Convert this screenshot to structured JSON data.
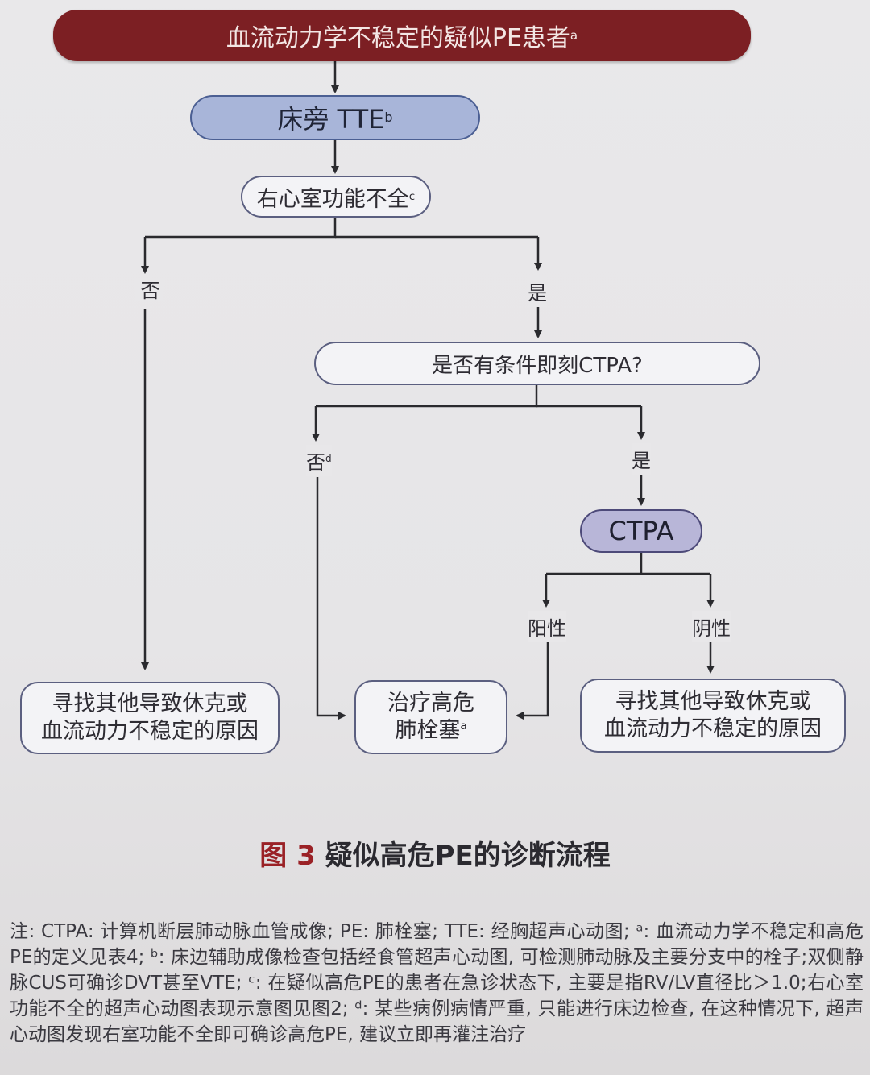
{
  "nodes": {
    "top": {
      "text": "血流动力学不稳定的疑似PE患者",
      "sup": "a"
    },
    "tte": {
      "text": "床旁 TTE",
      "sup": "b"
    },
    "rv": {
      "text": "右心室功能不全",
      "sup": "c"
    },
    "ctpa_question": {
      "text": "是否有条件即刻CTPA?"
    },
    "ctpa": {
      "text": "CTPA"
    },
    "left_outcome": {
      "line1": "寻找其他导致休克或",
      "line2": "血流动力不稳定的原因"
    },
    "mid_outcome": {
      "line1": "治疗高危",
      "line2": "肺栓塞",
      "sup": "a"
    },
    "right_outcome": {
      "line1": "寻找其他导致休克或",
      "line2": "血流动力不稳定的原因"
    }
  },
  "edge_labels": {
    "rv_no": "否",
    "rv_yes": "是",
    "ctpa_no": "否",
    "ctpa_no_sup": "d",
    "ctpa_yes": "是",
    "positive": "阳性",
    "negative": "阴性"
  },
  "caption": {
    "figure_label": "图 3",
    "title": "疑似高危PE的诊断流程"
  },
  "note": {
    "text": "注: CTPA: 计算机断层肺动脉血管成像; PE: 肺栓塞; TTE: 经胸超声心动图; ᵃ: 血流动力学不稳定和高危PE的定义见表4; ᵇ: 床边辅助成像检查包括经食管超声心动图, 可检测肺动脉及主要分支中的栓子;双侧静脉CUS可确诊DVT甚至VTE; ᶜ: 在疑似高危PE的患者在急诊状态下, 主要是指RV/LV直径比＞1.0;右心室功能不全的超声心动图表现示意图见图2; ᵈ: 某些病例病情严重, 只能进行床边检查, 在这种情况下, 超声心动图发现右室功能不全即可确诊高危PE, 建议立即再灌注治疗"
  },
  "colors": {
    "header_fill": "#7c1f23",
    "tte_fill": "#a8b5d9",
    "ctpa_fill": "#b8b6d8",
    "box_fill": "#f3f3f6",
    "line": "#2a2a2e",
    "caption_accent": "#9a2126"
  }
}
